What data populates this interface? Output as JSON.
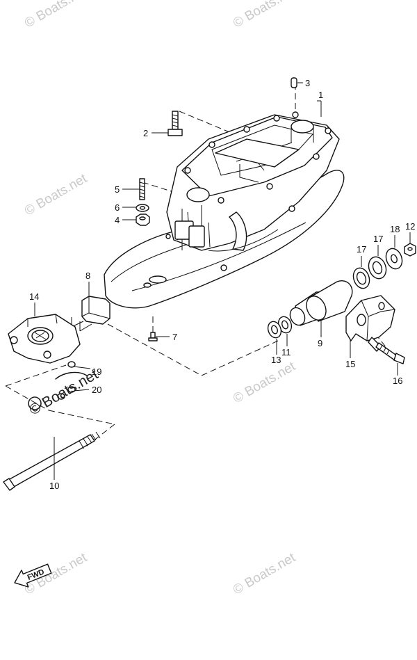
{
  "watermark": {
    "text": "© Boats.net"
  },
  "fwd_label": "FWD",
  "callouts": {
    "p1": "1",
    "p2": "2",
    "p3": "3",
    "p4": "4",
    "p5": "5",
    "p6": "6",
    "p7": "7",
    "p8": "8",
    "p9": "9",
    "p10": "10",
    "p11": "11",
    "p12": "12",
    "p13": "13",
    "p14": "14",
    "p15": "15",
    "p16": "16",
    "p17a": "17",
    "p17b": "17",
    "p18": "18",
    "p19": "19",
    "p20": "20"
  },
  "colors": {
    "line": "#111111",
    "watermark": "#c9c9c9",
    "background": "#ffffff"
  },
  "icons": {
    "fwd_arrow": "fwd-arrow-icon",
    "copyright": "copyright-icon"
  }
}
